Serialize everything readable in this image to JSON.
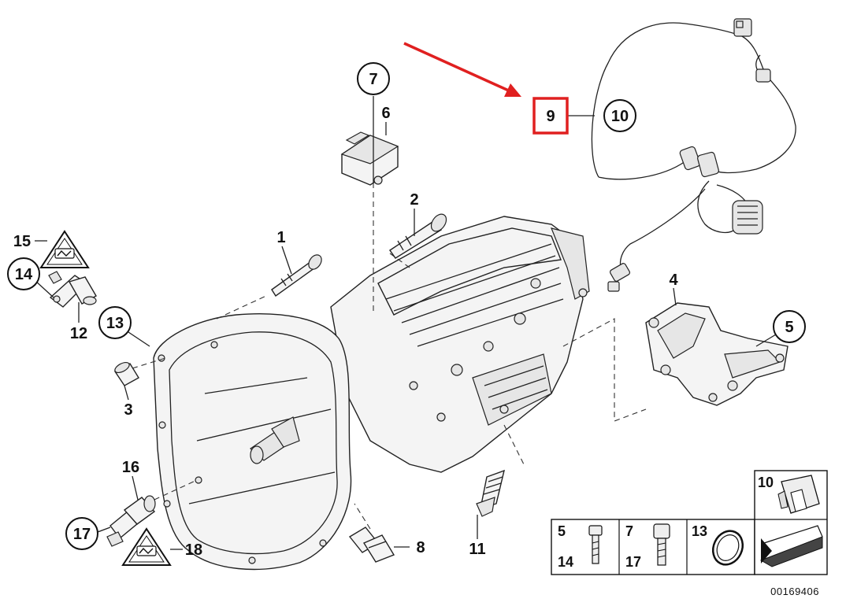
{
  "callouts": {
    "c1": "1",
    "c2": "2",
    "c3": "3",
    "c4": "4",
    "c5": "5",
    "c6": "6",
    "c7": "7",
    "c8": "8",
    "c9": "9",
    "c10": "10",
    "c11": "11",
    "c12": "12",
    "c13": "13",
    "c14": "14",
    "c15": "15",
    "c16": "16",
    "c17": "17",
    "c18": "18"
  },
  "legend": {
    "cell1_top": "5",
    "cell1_bottom": "14",
    "cell2_top": "7",
    "cell2_bottom": "17",
    "cell3_top": "13",
    "cell_top_right": "10"
  },
  "diagram_code": "00169406",
  "colors": {
    "highlight": "#e02020",
    "line": "#222222",
    "background": "#ffffff"
  }
}
